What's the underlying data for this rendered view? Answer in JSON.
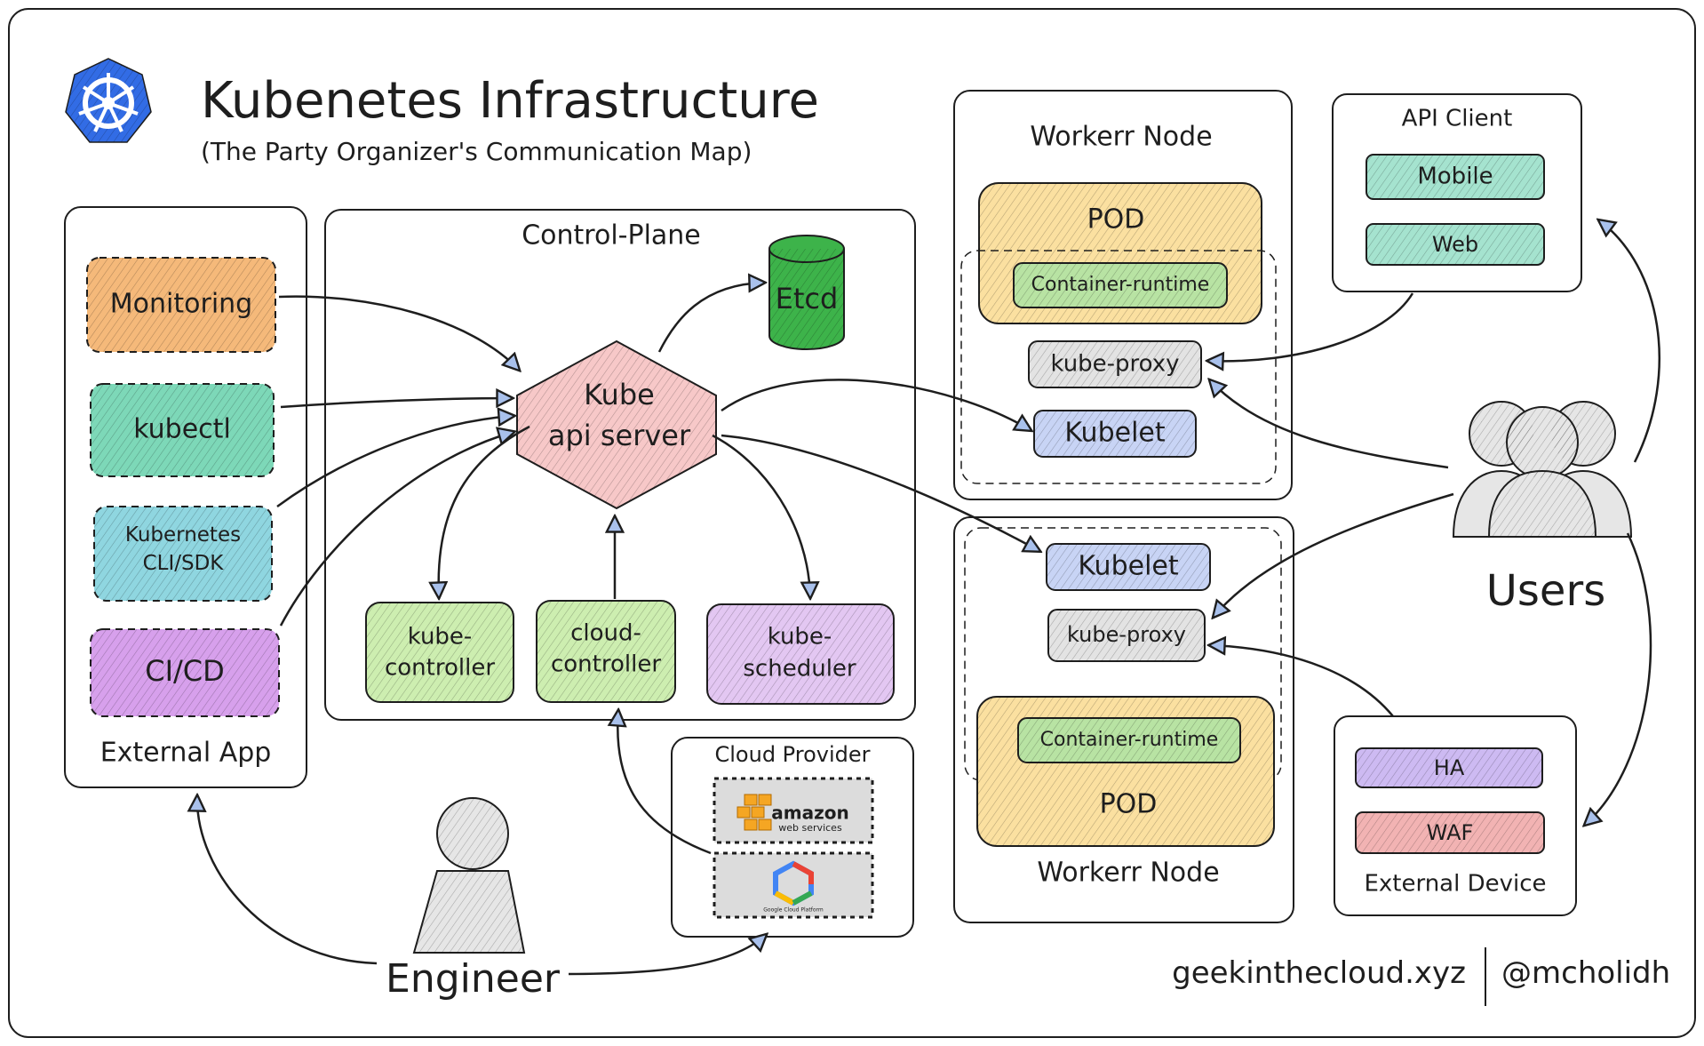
{
  "title": "Kubenetes Infrastructure",
  "subtitle": "(The Party Organizer's Communication Map)",
  "external_app": {
    "label": "External App",
    "items": [
      "Monitoring",
      "kubectl",
      "Kubernetes CLI/SDK",
      "CI/CD"
    ]
  },
  "control_plane": {
    "label": "Control-Plane",
    "etcd": "Etcd",
    "api_server": [
      "Kube",
      "api server"
    ],
    "kube_controller": [
      "kube-",
      "controller"
    ],
    "cloud_controller": [
      "cloud-",
      "controller"
    ],
    "kube_scheduler": [
      "kube-",
      "scheduler"
    ]
  },
  "cloud_provider": {
    "label": "Cloud Provider",
    "aws": [
      "amazon",
      "web services"
    ],
    "gcp": "Google Cloud Platform"
  },
  "worker_node_1": {
    "label": "Workerr Node",
    "pod": "POD",
    "container_runtime": "Container-runtime",
    "kube_proxy": "kube-proxy",
    "kubelet": "Kubelet"
  },
  "worker_node_2": {
    "label": "Workerr Node",
    "pod": "POD",
    "container_runtime": "Container-runtime",
    "kube_proxy": "kube-proxy",
    "kubelet": "Kubelet"
  },
  "api_client": {
    "label": "API Client",
    "items": [
      "Mobile",
      "Web"
    ]
  },
  "external_device": {
    "label": "External Device",
    "items": [
      "HA",
      "WAF"
    ]
  },
  "users_label": "Users",
  "engineer_label": "Engineer",
  "footer": {
    "site": "geekinthecloud.xyz",
    "handle": "@mcholidh"
  },
  "colors": {
    "monitoring": "#f5b97a",
    "kubectl": "#7dd8b8",
    "cli_sdk": "#8fd6e0",
    "cicd": "#d7a0ec",
    "api_server": "#f7c8c8",
    "etcd": "#3db34a",
    "kube_controller": "#cdeeb0",
    "kube_scheduler": "#e3c7f2",
    "pod": "#fbe0a0",
    "container_runtime": "#b8e3a3",
    "kube_proxy": "#e3e3e3",
    "kubelet": "#c8d4f5",
    "api_client_item": "#a5e3cf",
    "ha": "#cdbaf2",
    "waf": "#f2b3b3",
    "logo": "#326ce5",
    "arrowhead": "#a9c1ec"
  }
}
